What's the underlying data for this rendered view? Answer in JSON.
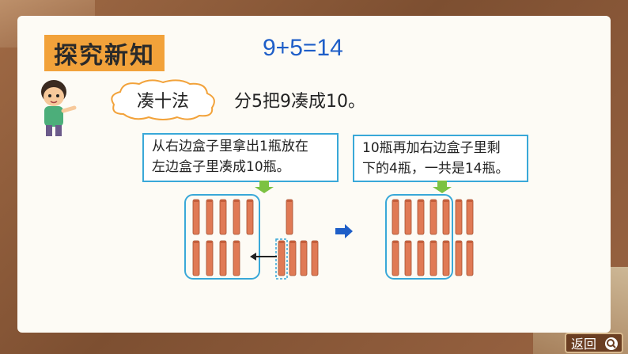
{
  "section_title": "探究新知",
  "equation": "9+5=14",
  "method": {
    "name": "凑十法",
    "description": "分5把9凑成10。"
  },
  "notes": {
    "left": [
      "从右边盒子里拿出1瓶放在",
      "左边盒子里凑成10瓶。"
    ],
    "right": [
      "10瓶再加右边盒子里剩",
      "下的4瓶，一共是14瓶。"
    ]
  },
  "bottles": {
    "left_box": 9,
    "right_group": 5,
    "moved": 1,
    "result_box": 10,
    "result_remaining": 4
  },
  "colors": {
    "badge": "#f2a23a",
    "equation": "#1e5ec8",
    "box_border": "#39a8d8",
    "arrow_green": "#7cc242",
    "arrow_blue": "#1e5ec8",
    "bottle": "#e07a55"
  },
  "nav": {
    "back_label": "返回",
    "back_icon": "search-magnifier-icon"
  }
}
